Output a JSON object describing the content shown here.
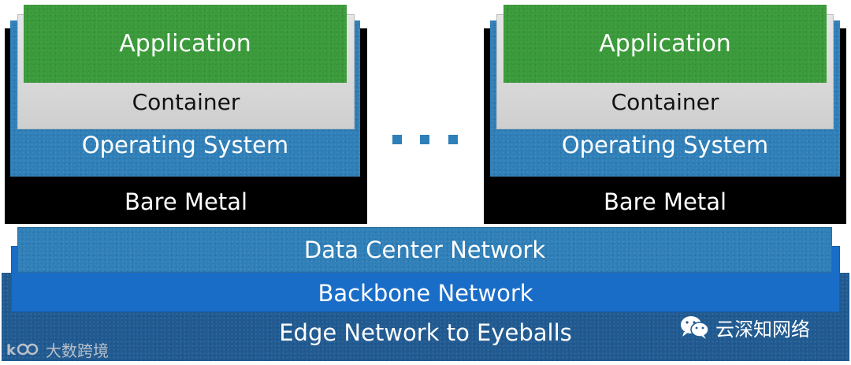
{
  "stacks": [
    {
      "application": "Application",
      "container": "Container",
      "operating_system": "Operating System",
      "bare_metal": "Bare Metal"
    },
    {
      "application": "Application",
      "container": "Container",
      "operating_system": "Operating System",
      "bare_metal": "Bare Metal"
    }
  ],
  "ellipsis": "...",
  "networks": {
    "data_center": "Data Center Network",
    "backbone": "Backbone Network",
    "edge": "Edge Network to Eyeballs"
  },
  "watermarks": {
    "left": "大数跨境",
    "right": "云深知网络"
  },
  "colors": {
    "application": "#3a9a3a",
    "container": "#d9d9d9",
    "operating_system": "#2f7fb8",
    "bare_metal": "#000000",
    "data_center_network": "#2f7fb8",
    "backbone_network": "#1a6dc7",
    "edge_network": "#205a91"
  }
}
